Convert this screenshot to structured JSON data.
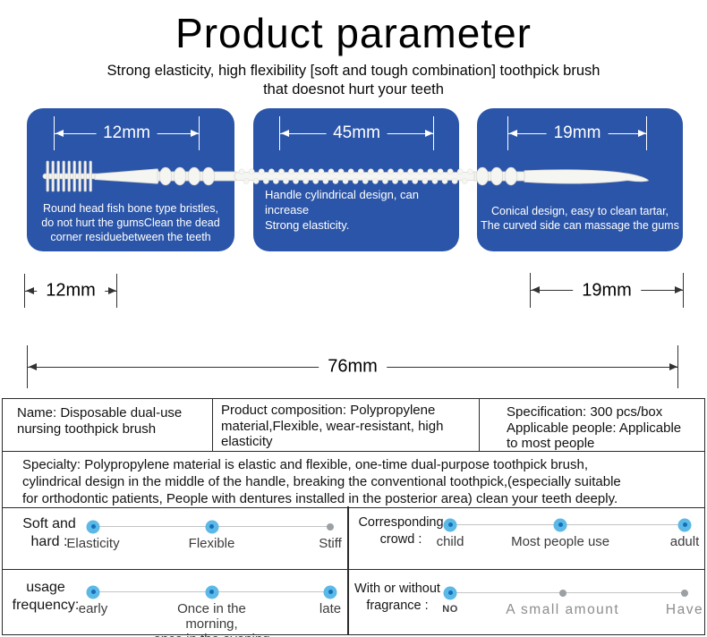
{
  "header": {
    "title": "Product parameter",
    "subtitle": "Strong elasticity, high flexibility [soft and tough combination] toothpick brush\nthat doesnot hurt your teeth"
  },
  "colors": {
    "box_blue": "#2b55a8",
    "dot_active": "#5cb8e6",
    "dot_center": "#1270b8",
    "dot_inactive": "#9aa0a3"
  },
  "feature_boxes": [
    {
      "dimension": "12mm",
      "description": "Round head fish bone type bristles,\ndo not hurt the gumsClean the dead\ncorner residuebetween the teeth"
    },
    {
      "dimension": "45mm",
      "description": "Handle cylindrical design, can increase\nStrong elasticity."
    },
    {
      "dimension": "19mm",
      "description": "Conical design, easy to clean tartar,\nThe curved side can massage the gums"
    }
  ],
  "dimensions": {
    "brush_head": "12mm",
    "pick_tip": "19mm",
    "total_length": "76mm"
  },
  "spec_table": {
    "name": "Name: Disposable dual-use\nnursing toothpick brush",
    "composition": "Product composition: Polypropylene\nmaterial,Flexible, wear-resistant, high\nelasticity",
    "spec_people": "Specification: 300 pcs/box\nApplicable people: Applicable\nto most people",
    "specialty": "Specialty: Polypropylene material is elastic and flexible, one-time dual-purpose toothpick brush,\ncylindrical design in the middle of the handle, breaking the conventional toothpick,(especially suitable\nfor orthodontic patients, People with dentures installed in the posterior area) clean your teeth deeply."
  },
  "sliders": [
    {
      "label": "Soft and hard :",
      "points": [
        {
          "text": "Elasticity",
          "dot_class": "dot on",
          "cap_class": "cap"
        },
        {
          "text": "Flexible",
          "dot_class": "dot on",
          "cap_class": "cap"
        },
        {
          "text": "Stiff",
          "dot_class": "dot off",
          "cap_class": "cap"
        }
      ]
    },
    {
      "label": "Corresponding crowd :",
      "points": [
        {
          "text": "child",
          "dot_class": "dot on",
          "cap_class": "cap"
        },
        {
          "text": "Most people use",
          "dot_class": "dot on",
          "cap_class": "cap"
        },
        {
          "text": "adult",
          "dot_class": "dot on",
          "cap_class": "cap"
        }
      ]
    },
    {
      "label": "usage frequency:",
      "points": [
        {
          "text": "early",
          "dot_class": "dot on",
          "cap_class": "cap"
        },
        {
          "text": "Once in the morning,\nonce in the evening",
          "dot_class": "dot on",
          "cap_class": "cap wrap"
        },
        {
          "text": "late",
          "dot_class": "dot on",
          "cap_class": "cap"
        }
      ]
    },
    {
      "label": "With or without fragrance :",
      "points": [
        {
          "text": "NO",
          "dot_class": "dot on",
          "cap_class": "cap no"
        },
        {
          "text": "A small amount",
          "dot_class": "dot off",
          "cap_class": "cap muted"
        },
        {
          "text": "Have",
          "dot_class": "dot off",
          "cap_class": "cap muted"
        }
      ]
    }
  ]
}
